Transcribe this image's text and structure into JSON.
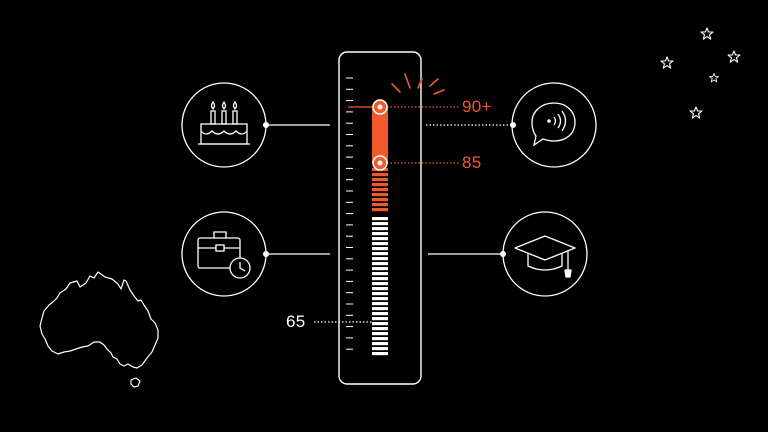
{
  "colors": {
    "background": "#000000",
    "line": "#ffffff",
    "accent": "#f05a2a"
  },
  "gauge": {
    "labels": {
      "top": "90+",
      "middle": "85",
      "bottom": "65"
    },
    "markers": [
      {
        "name": "marker-top",
        "value": "90+"
      },
      {
        "name": "marker-middle",
        "value": "85"
      }
    ]
  },
  "icons": [
    {
      "name": "birthday-cake-icon"
    },
    {
      "name": "speech-sound-icon"
    },
    {
      "name": "briefcase-clock-icon"
    },
    {
      "name": "graduation-cap-icon"
    },
    {
      "name": "australia-map-icon"
    },
    {
      "name": "southern-cross-stars-icon"
    }
  ]
}
